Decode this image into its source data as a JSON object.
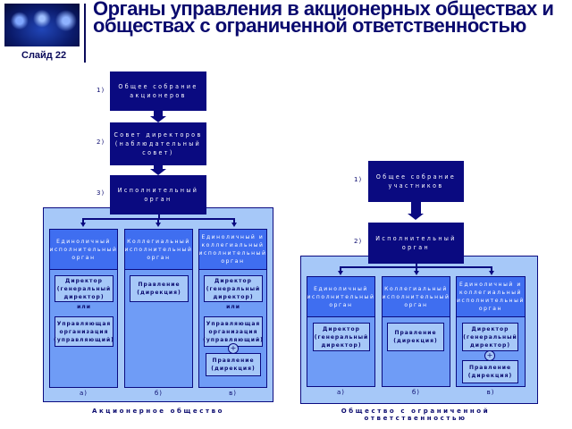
{
  "header": {
    "slide_label": "Слайд 22",
    "title": "Органы управления в акционерных обществах и обществах с ограниченной ответственностью",
    "logo_icon": "world-map-lights-icon"
  },
  "left": {
    "caption": "Акционерное общество",
    "levels": [
      {
        "num": "1)",
        "label": "Общее собрание акционеров"
      },
      {
        "num": "2)",
        "label": "Совет директоров (наблюдательный совет)"
      },
      {
        "num": "3)",
        "label": "Исполнительный орган"
      }
    ],
    "columns": [
      {
        "head": "Единоличный исполнительный орган",
        "boxes": [
          "Директор (генеральный директор)",
          "Управляющая организация (управляющий)"
        ],
        "connector": "или",
        "label": "а)"
      },
      {
        "head": "Коллегиальный исполнительный орган",
        "boxes": [
          "Правление (дирекция)"
        ],
        "label": "б)"
      },
      {
        "head": "Единоличный и коллегиальный исполнительный орган",
        "boxes": [
          "Директор (генеральный директор)",
          "Управляющая организация (управляющий)",
          "Правление (дирекция)"
        ],
        "connector": "или",
        "plus": "+",
        "label": "в)"
      }
    ]
  },
  "right": {
    "caption": "Общество с ограниченной ответственностью",
    "levels": [
      {
        "num": "1)",
        "label": "Общее собрание участников"
      },
      {
        "num": "2)",
        "label": "Исполнительный орган"
      }
    ],
    "columns": [
      {
        "head": "Единоличный исполнительный орган",
        "boxes": [
          "Директор (генеральный директор)"
        ],
        "label": "а)"
      },
      {
        "head": "Коллегиальный исполнительный орган",
        "boxes": [
          "Правление (дирекция)"
        ],
        "label": "б)"
      },
      {
        "head": "Единоличный и коллегиальный исполнительный орган",
        "boxes": [
          "Директор (генеральный директор)",
          "Правление (дирекция)"
        ],
        "plus": "+",
        "label": "в)"
      }
    ]
  }
}
